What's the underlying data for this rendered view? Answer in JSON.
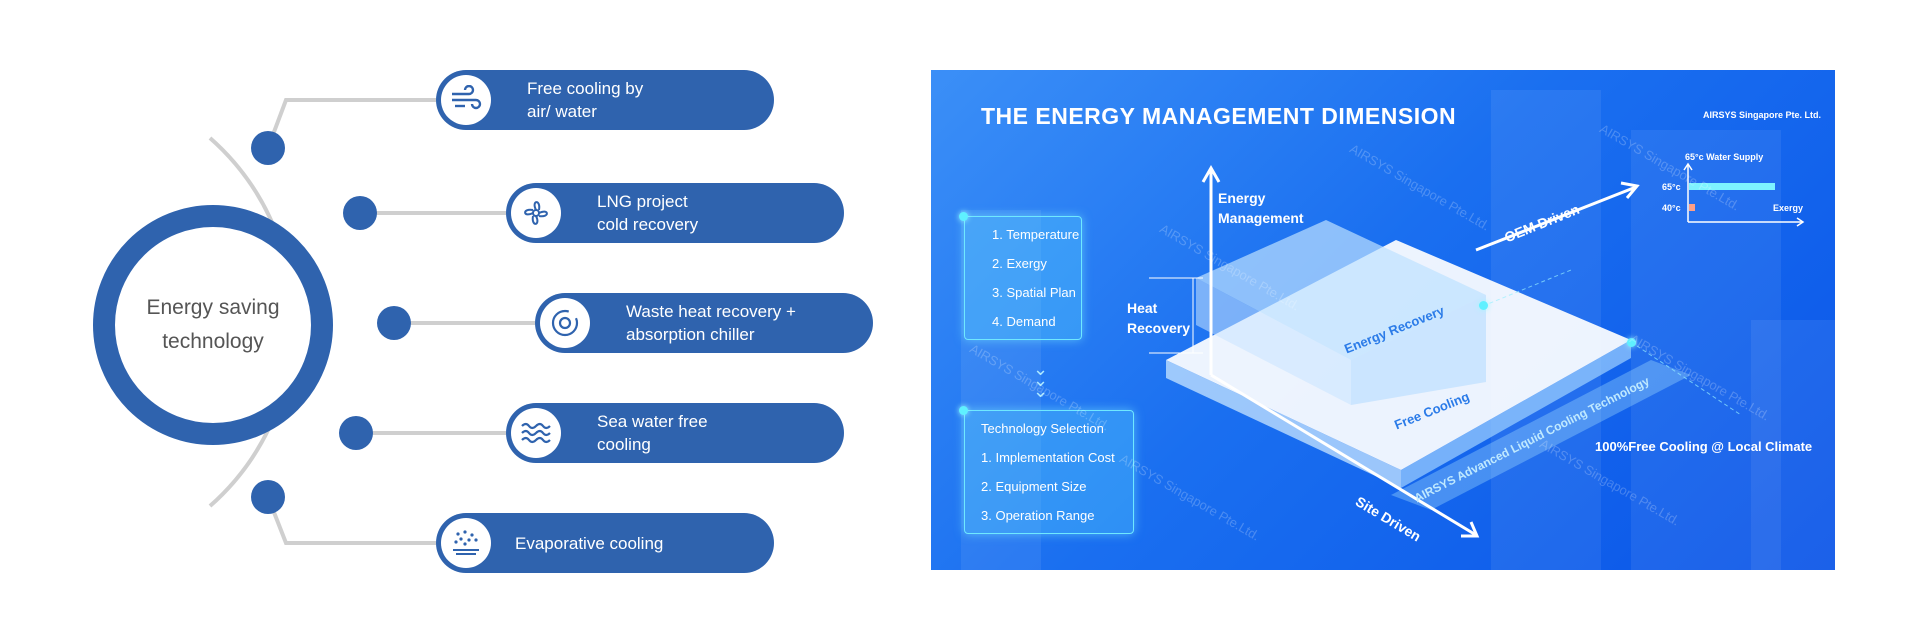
{
  "left": {
    "center_label": "Energy saving\ntechnology",
    "items": [
      {
        "label": "Free cooling by\nair/ water",
        "icon": "wind-icon"
      },
      {
        "label": "LNG project\ncold recovery",
        "icon": "fan-icon"
      },
      {
        "label": "Waste heat recovery +\nabsorption  chiller",
        "icon": "recycle-icon"
      },
      {
        "label": "Sea water free\ncooling",
        "icon": "waves-icon"
      },
      {
        "label": "Evaporative cooling",
        "icon": "droplets-icon"
      }
    ],
    "colors": {
      "primary": "#2f63ae",
      "line": "#cccccc"
    }
  },
  "right": {
    "title": "THE ENERGY MANAGEMENT DIMENSION",
    "company": "AIRSYS Singapore Pte. Ltd.",
    "axis_energy": "Energy\nManagement",
    "axis_oem": "OEM Driven",
    "axis_site": "Site Driven",
    "heat_recovery": "Heat\nRecovery",
    "energy_recovery": "Energy Recovery",
    "free_cooling": "Free Cooling",
    "advanced": "AIRSYS Advanced Liquid Cooling Technology",
    "free_cooling_climate": "100%Free Cooling @ Local Climate",
    "list1": [
      "1. Temperature",
      "2. Exergy",
      "3. Spatial Plan",
      "4. Demand"
    ],
    "list2_title": "Technology Selection",
    "list2": [
      "1. Implementation Cost",
      "2. Equipment Size",
      "3. Operation Range"
    ],
    "mini_chart": {
      "title": "65°c Water Supply",
      "label_65": "65°c",
      "label_40": "40°c",
      "xlabel": "Exergy"
    },
    "watermark": "AIRSYS Singapore Pte.Ltd.",
    "colors": {
      "bg": "#1a6ff0",
      "accent": "#5ff0ff"
    }
  }
}
